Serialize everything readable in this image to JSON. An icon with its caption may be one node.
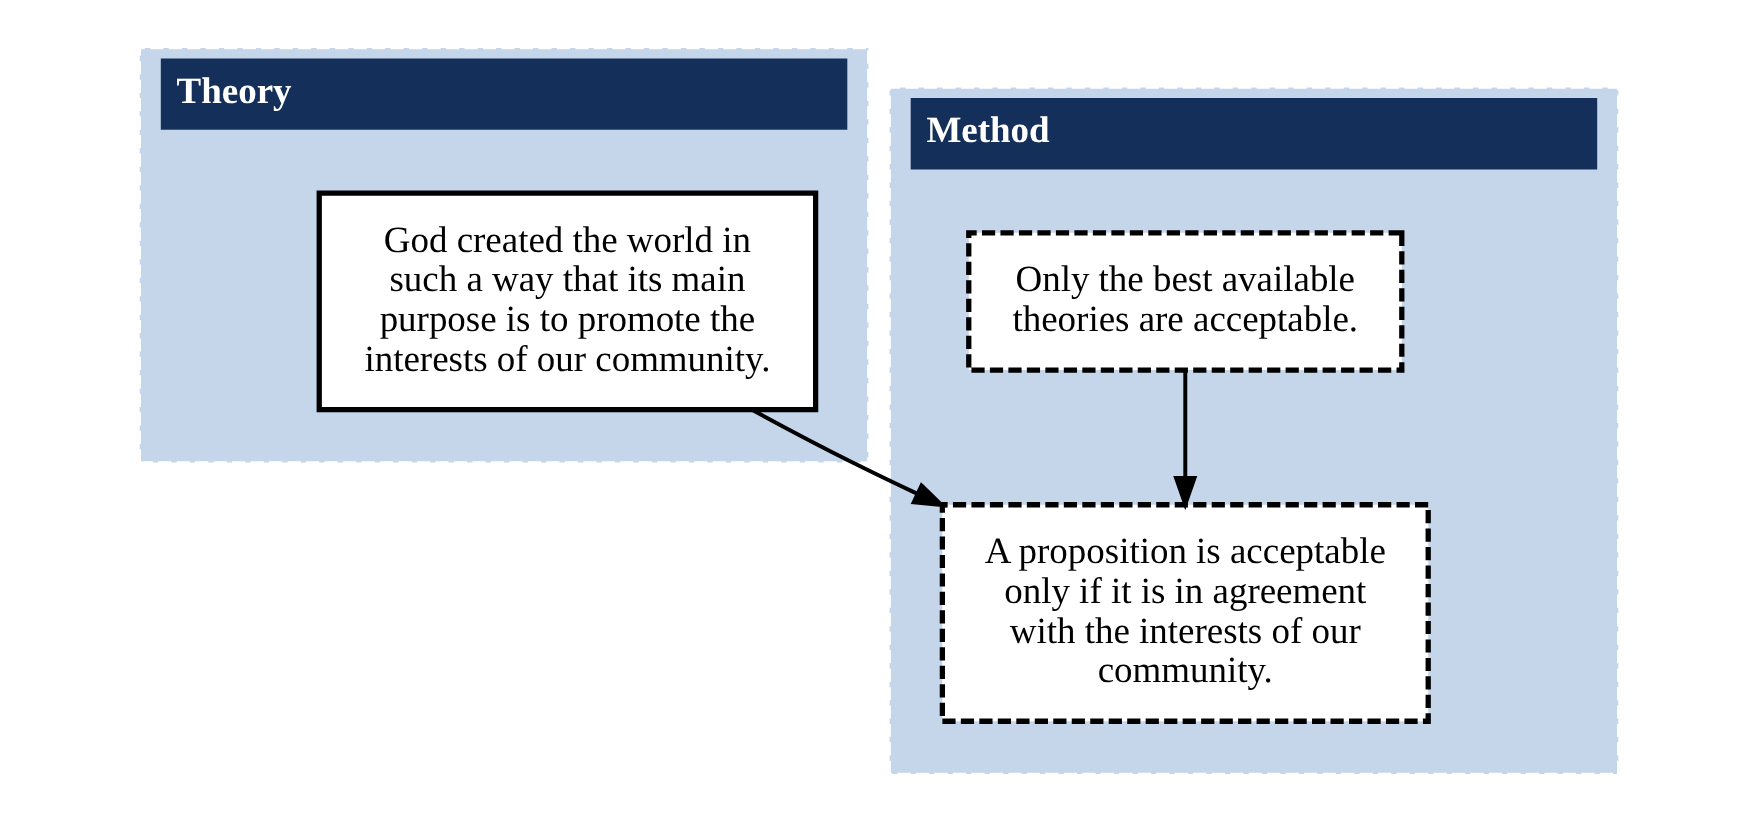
{
  "diagram": {
    "nodes": [
      {
        "text": [
          "Theory"
        ]
      },
      {
        "text": [
          "God created the world in such a way that its main purpose is to promote the interests of our community."
        ],
        "in": 0
      },
      {
        "text": [
          "Method"
        ]
      },
      {
        "text": [
          "Only the best available theories are acceptable."
        ],
        "in": 2
      },
      {
        "text": [
          "A proposition is acceptable only if it is in agreement with the interests of our community."
        ],
        "in": 2
      }
    ],
    "edges": [
      {
        "from": 1,
        "to": 4,
        "arrow": "to"
      },
      {
        "from": 3,
        "to": 4,
        "arrow": "to"
      }
    ]
  }
}
